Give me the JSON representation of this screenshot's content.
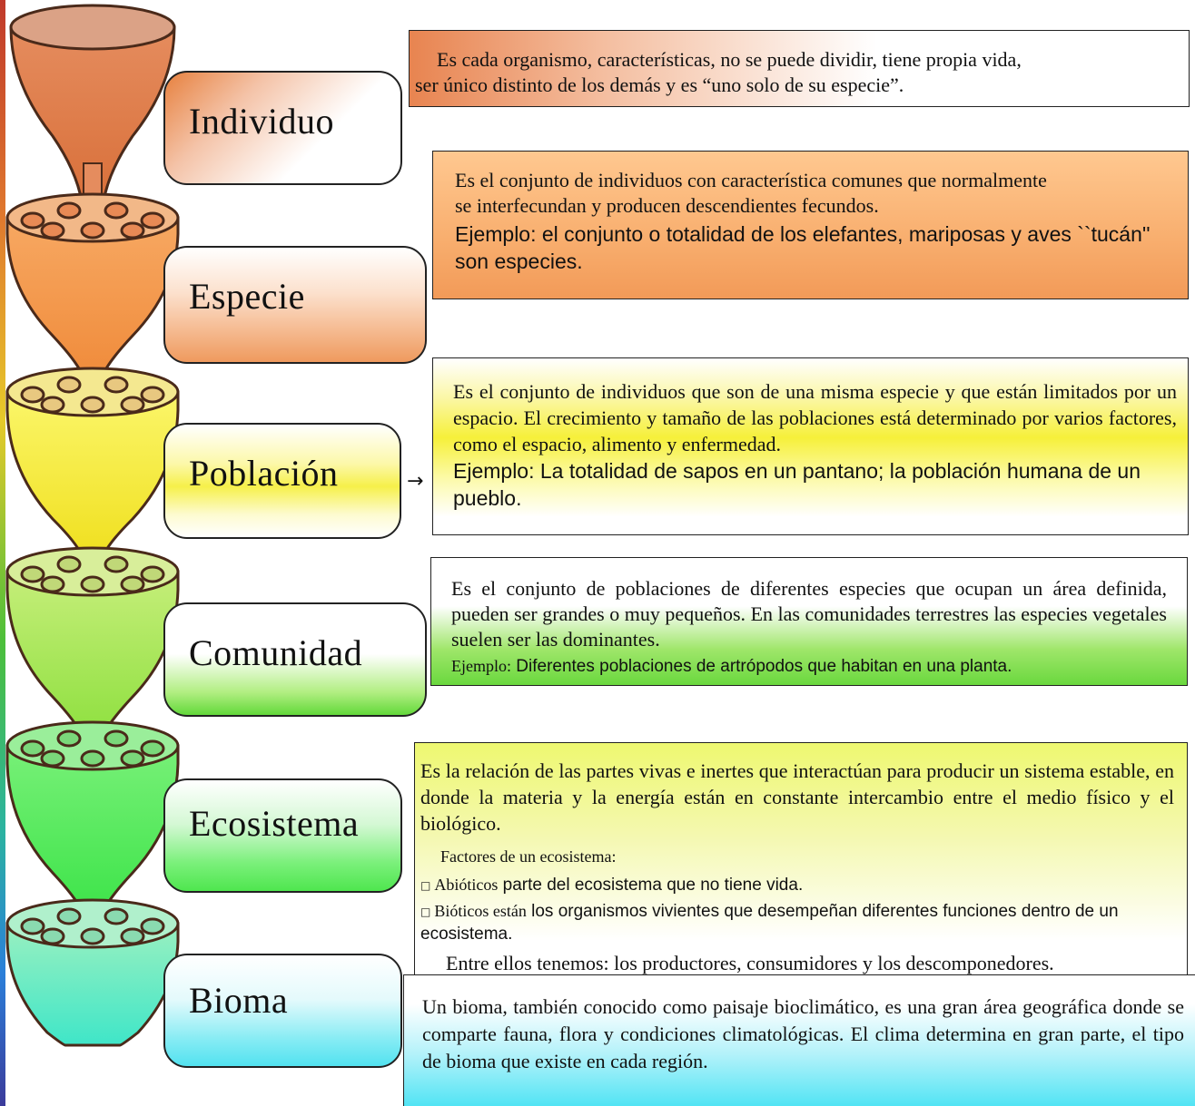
{
  "levels": [
    {
      "label": "Individuo",
      "lines": [
        "Es cada organismo, características, no se puede dividir, tiene propia vida,",
        "ser único distinto de los demás y es “uno solo de su especie”."
      ]
    },
    {
      "label": "Especie",
      "lines": [
        "Es el conjunto de individuos con característica comunes que normalmente",
        "se interfecundan y producen descendientes fecundos."
      ],
      "example": "Ejemplo: el conjunto o totalidad de los elefantes, mariposas y aves ``tucán'' son  especies."
    },
    {
      "label": "Población",
      "text": "Es el conjunto de individuos que son de una misma especie y que están limitados por un espacio. El crecimiento y tamaño de las poblaciones está determinado por varios factores, como el espacio, alimento y enfermedad.",
      "example": "Ejemplo: La totalidad de sapos en un pantano; la población humana de un pueblo."
    },
    {
      "label": "Comunidad",
      "text": "Es el conjunto de poblaciones de diferentes  especies que ocupan un área definida,  pueden ser grandes o muy pequeños. En las comunidades terrestres las especies vegetales suelen ser las dominantes.",
      "example_prefix": "Ejemplo:",
      "example_text": " Diferentes poblaciones de artrópodos que habitan en una planta."
    },
    {
      "label": "Ecosistema",
      "text": "Es la relación de las partes vivas e inertes que interactúan para producir un sistema estable, en donde la materia y la energía están en constante intercambio entre el medio físico y el biológico.",
      "factors_title": "Factores de un ecosistema:",
      "factors": [
        {
          "bullet": "□",
          "name": "Abióticos",
          "desc": " parte del ecosistema que no tiene vida."
        },
        {
          "bullet": "□",
          "name": "Bióticos están",
          "desc": " los organismos vivientes que desempeñan diferentes funciones dentro de un ecosistema."
        }
      ],
      "closing": "Entre ellos tenemos: los productores, consumidores y los descomponedores."
    },
    {
      "label": "Bioma",
      "text": "Un bioma, también conocido como paisaje  bioclimático, es una  gran área  geográfica donde se comparte fauna, flora y condiciones climatológicas. El clima determina en gran parte, el tipo de bioma que existe en cada región."
    }
  ],
  "arrow_glyph": "→",
  "colors": {
    "individuo": "#e8844a",
    "especie": "#f2a060",
    "poblacion": "#f5f03a",
    "comunidad": "#9ee84a",
    "ecosistema": "#55ee55",
    "bioma": "#60f0c8"
  }
}
